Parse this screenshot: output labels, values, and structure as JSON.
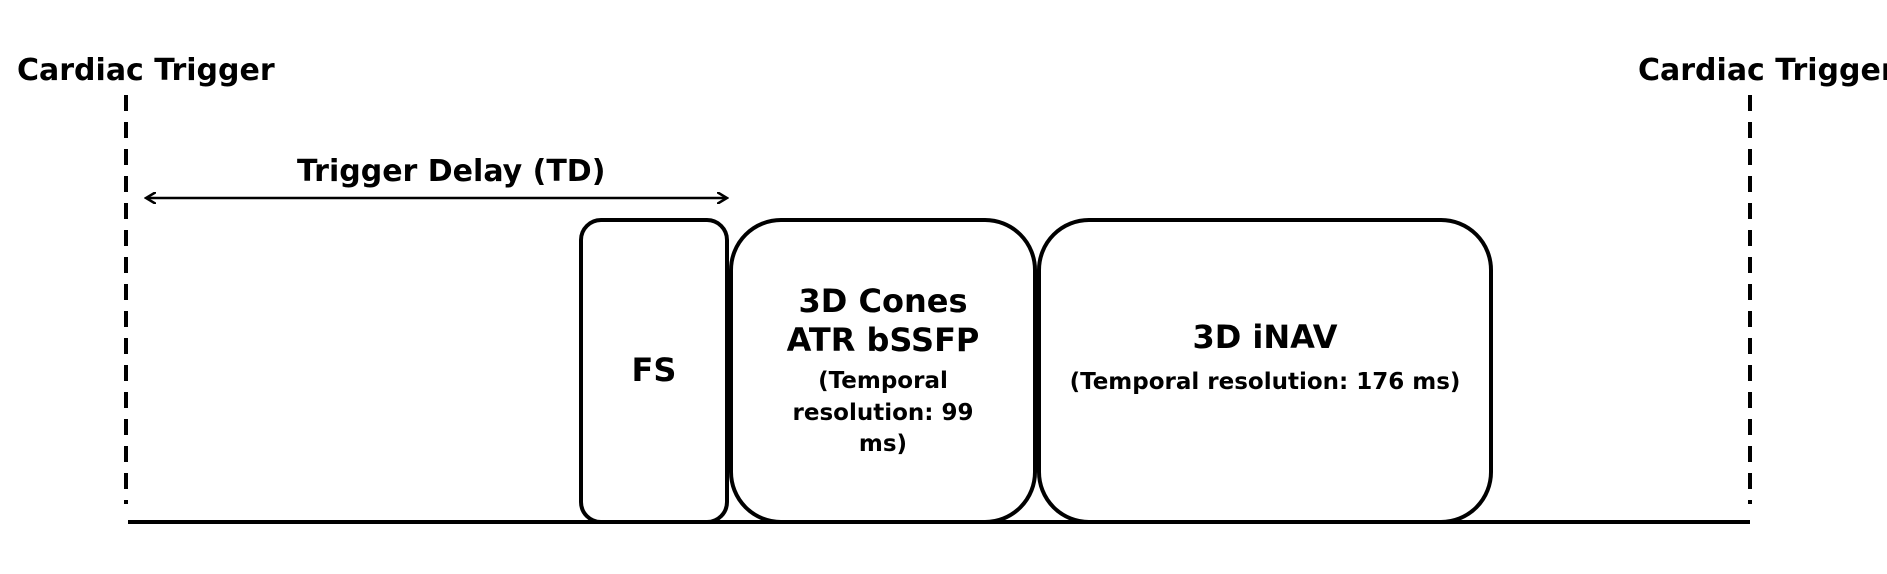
{
  "diagram": {
    "left_trigger_label": "Cardiac Trigger",
    "right_trigger_label": "Cardiac Trigger",
    "trigger_delay_label": "Trigger Delay (TD)",
    "blocks": [
      {
        "title": "FS",
        "subtitle": ""
      },
      {
        "title": "3D Cones ATR bSSFP",
        "subtitle": "(Temporal resolution: 99 ms)"
      },
      {
        "title": "3D iNAV",
        "subtitle": "(Temporal resolution: 176 ms)"
      }
    ]
  }
}
